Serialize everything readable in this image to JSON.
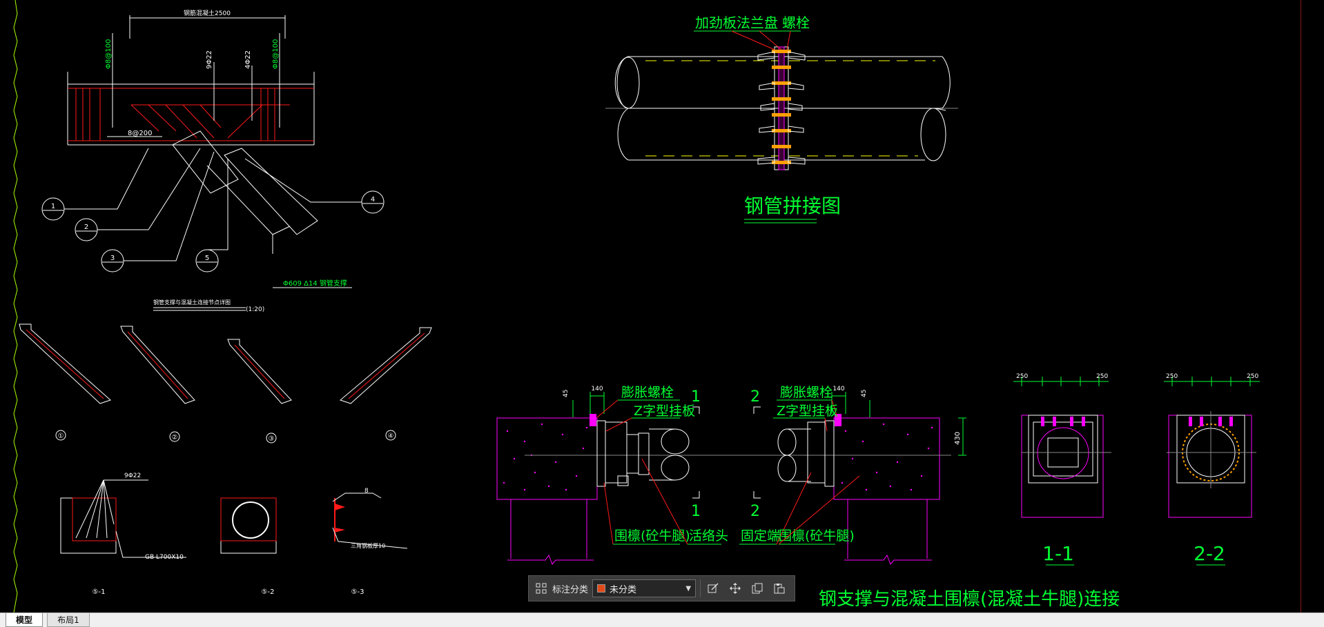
{
  "toolbar": {
    "category_label": "标注分类",
    "category_value": "未分类",
    "category_color": "#e34a1a",
    "icons": [
      "grid-icon",
      "edit-icon",
      "move-icon",
      "copy-icon",
      "paste-icon"
    ]
  },
  "tabs": [
    {
      "label": "模型",
      "active": true
    },
    {
      "label": "布局1",
      "active": false
    }
  ],
  "colors": {
    "background": "#000000",
    "white": "#ffffff",
    "green": "#00ff33",
    "red": "#ff1a1a",
    "magenta": "#ff00ff",
    "yellow": "#ffff00",
    "orange": "#ffa000"
  },
  "drawing": {
    "top_dim": "钢筋混凝土2500",
    "rebar_1": "Φ8@100",
    "rebar_2": "9Φ22",
    "rebar_3": "4Φ22",
    "rebar_4": "Φ8@100",
    "stirrup": "8@200",
    "callouts": [
      "1",
      "2",
      "3",
      "4",
      "5"
    ],
    "pipe_note": "Φ609 Δ14 钢管支撑",
    "detail_title": "钢管支撑与混凝土连接节点详图",
    "detail_scale": "(1:20)",
    "small_labels": [
      "①",
      "②",
      "③",
      "④"
    ],
    "rebar_small": "9Φ22",
    "angle_note": "GB L700X10",
    "n_label": "8",
    "plate_note": "三角钢板厚10",
    "sec_labels": [
      "⑤-1",
      "⑤-2",
      "⑤-3"
    ],
    "splice_label_1": "加劲板",
    "splice_label_2": "法兰盘",
    "splice_label_3": "螺栓",
    "splice_title": "钢管拼接图",
    "dim_140": "140",
    "dim_45": "45",
    "dim_430": "430",
    "dim_250": "250",
    "expansion_bolt": "膨胀螺栓",
    "z_plate": "Z字型挂板",
    "waler_left": "围檩(砼牛腿)",
    "live_end": "活络头",
    "fixed_end": "固定端",
    "waler_right": "围檩(砼牛腿)",
    "section_1": "1",
    "section_2": "2",
    "sec_title_1": "1-1",
    "sec_title_2": "2-2",
    "main_title": "钢支撑与混凝土围檩(混凝土牛腿)连接"
  }
}
